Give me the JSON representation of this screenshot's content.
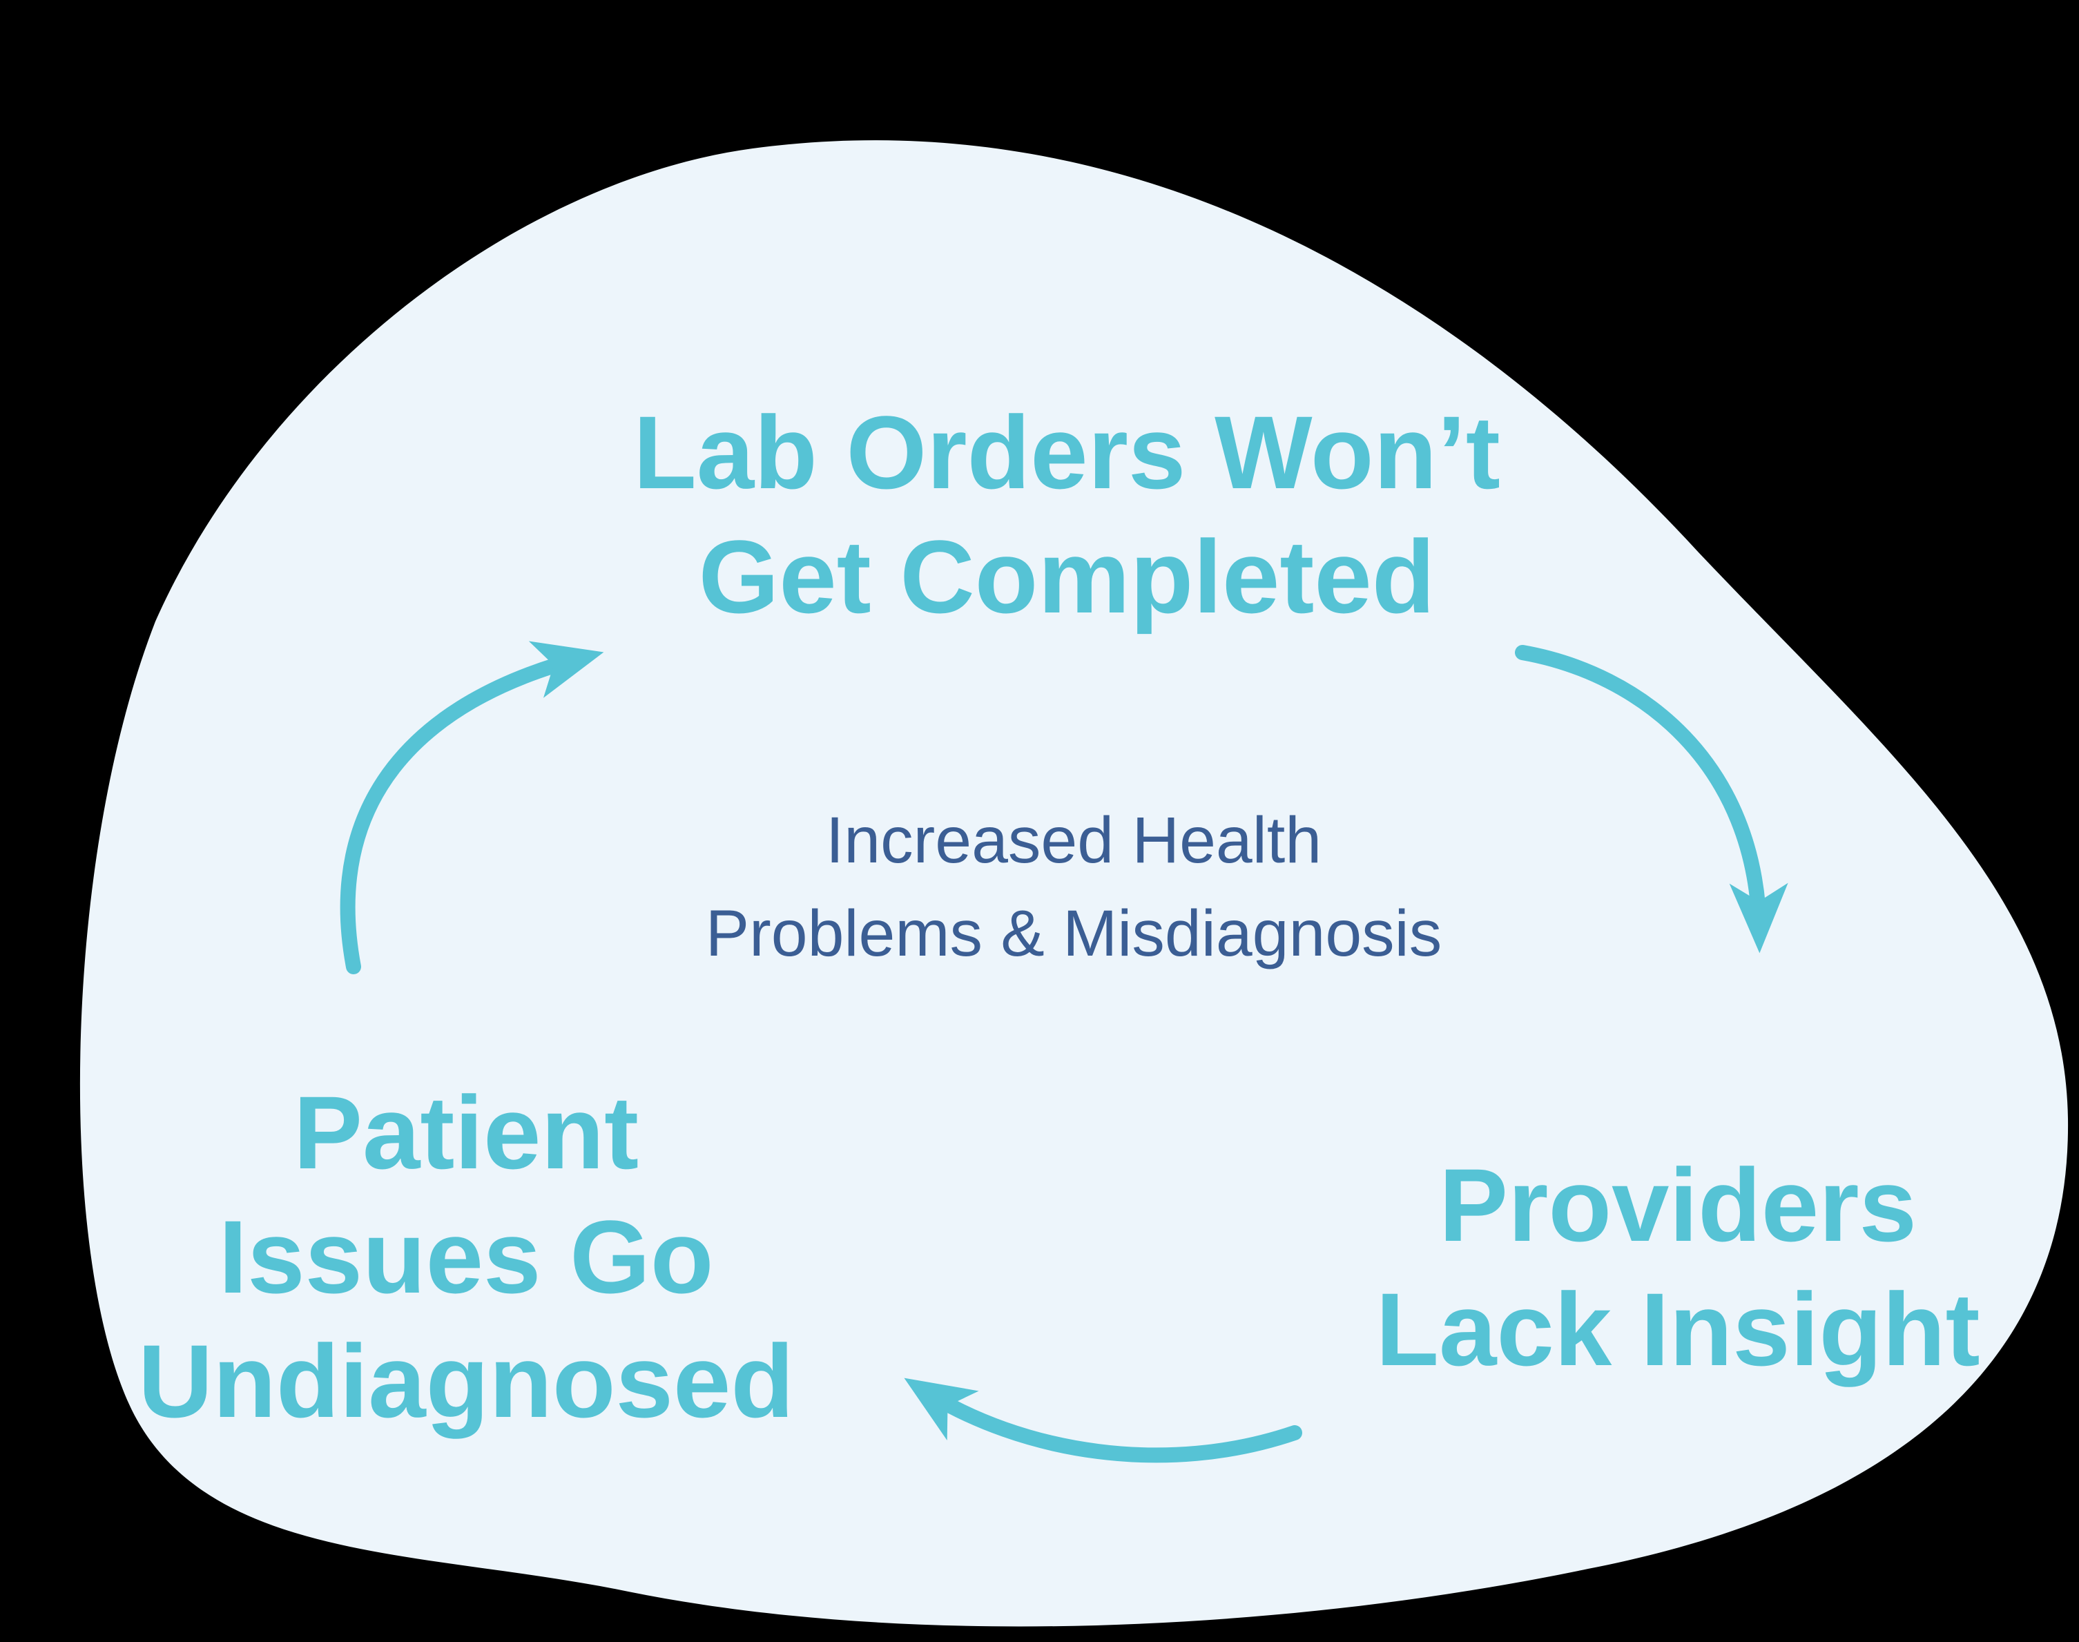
{
  "diagram": {
    "colors": {
      "background": "#000000",
      "blob": "#edf5fb",
      "accent": "#56c3d5",
      "center_text": "#3b5e94"
    },
    "nodes": [
      {
        "id": "lab-orders",
        "label": "Lab Orders Won’t\nGet Completed"
      },
      {
        "id": "providers-lack-insight",
        "label": "Providers\nLack Insight"
      },
      {
        "id": "patient-issues-undiagnosed",
        "label": "Patient\nIssues Go\nUndiagnosed"
      }
    ],
    "center": {
      "label": "Increased Health\nProblems & Misdiagnosis"
    },
    "arrows": [
      {
        "id": "lab-to-providers",
        "from": "lab-orders",
        "to": "providers-lack-insight"
      },
      {
        "id": "providers-to-patient",
        "from": "providers-lack-insight",
        "to": "patient-issues-undiagnosed"
      },
      {
        "id": "patient-to-lab",
        "from": "patient-issues-undiagnosed",
        "to": "lab-orders"
      }
    ]
  }
}
